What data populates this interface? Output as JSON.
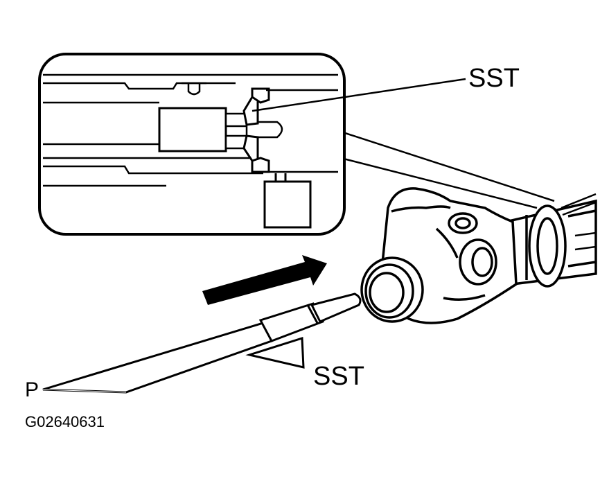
{
  "labels": {
    "sst_top": "SST",
    "sst_bottom": "SST",
    "p": "P",
    "figure_code": "G02640631"
  },
  "colors": {
    "ink": "#000000",
    "paper": "#ffffff"
  }
}
